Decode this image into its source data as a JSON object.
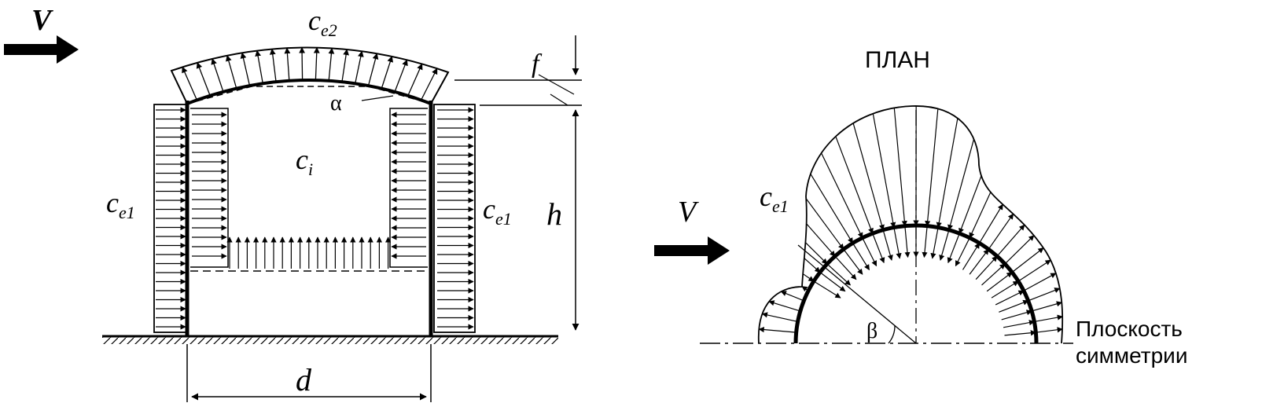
{
  "left_view": {
    "wind": {
      "main": "V"
    },
    "roof_coef": {
      "main": "c",
      "sub": "e2"
    },
    "internal_coef": {
      "main": "c",
      "sub": "i"
    },
    "left_wall_coef": {
      "main": "c",
      "sub": "e1"
    },
    "right_wall_coef": {
      "main": "c",
      "sub": "e1"
    },
    "rise": "f",
    "height": "h",
    "angle": "α",
    "diameter": "d"
  },
  "right_view": {
    "title": "ПЛАН",
    "wind": {
      "main": "V"
    },
    "coef": {
      "main": "c",
      "sub": "e1"
    },
    "angle": "β",
    "symmetry_line1": "Плоскость",
    "symmetry_line2": "симметрии"
  },
  "colors": {
    "ink": "#000000",
    "background": "#ffffff"
  }
}
